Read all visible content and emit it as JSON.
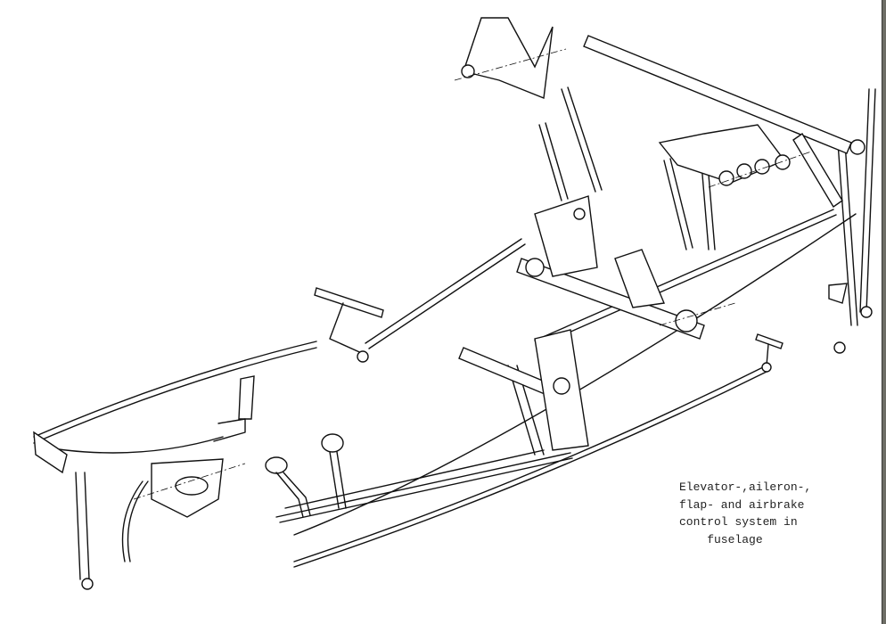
{
  "caption": {
    "lines": [
      "Elevator-,aileron-,",
      "flap- and airbrake",
      "control system in",
      "    fuselage"
    ]
  },
  "colors": {
    "ink": "#111111",
    "paper": "#ffffff",
    "frame": "#6e6e66"
  }
}
